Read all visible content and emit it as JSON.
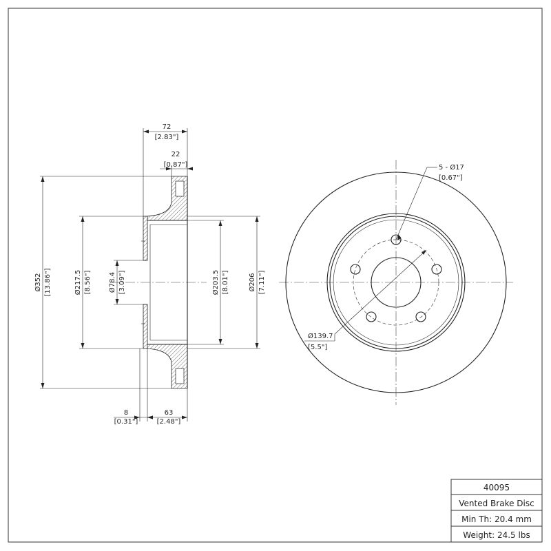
{
  "dimensions": {
    "overall_width": {
      "mm": "72",
      "in": "[2.83\"]"
    },
    "rotor_thickness": {
      "mm": "22",
      "in": "[0.87\"]"
    },
    "outer_diameter": {
      "mm": "Ø352",
      "in": "[13.86\"]"
    },
    "hat_diameter": {
      "mm": "Ø217.5",
      "in": "[8.56\"]"
    },
    "center_bore": {
      "mm": "Ø78.4",
      "in": "[3.09\"]"
    },
    "inner_diameter": {
      "mm": "Ø203.5",
      "in": "[8.01\"]"
    },
    "hat_inner_diameter": {
      "mm": "Ø206",
      "in": "[7.11\"]"
    },
    "hat_face": {
      "mm": "8",
      "in": "[0.31\"]"
    },
    "hat_depth": {
      "mm": "63",
      "in": "[2.48\"]"
    },
    "bolt_holes": {
      "mm": "5 - Ø17",
      "in": "[0.67\"]"
    },
    "bolt_circle": {
      "mm": "Ø139.7",
      "in": "[5.5\"]"
    }
  },
  "title_block": {
    "part_number": "40095",
    "description": "Vented Brake Disc",
    "min_thickness": "Min Th: 20.4 mm",
    "weight": "Weight: 24.5 lbs"
  }
}
